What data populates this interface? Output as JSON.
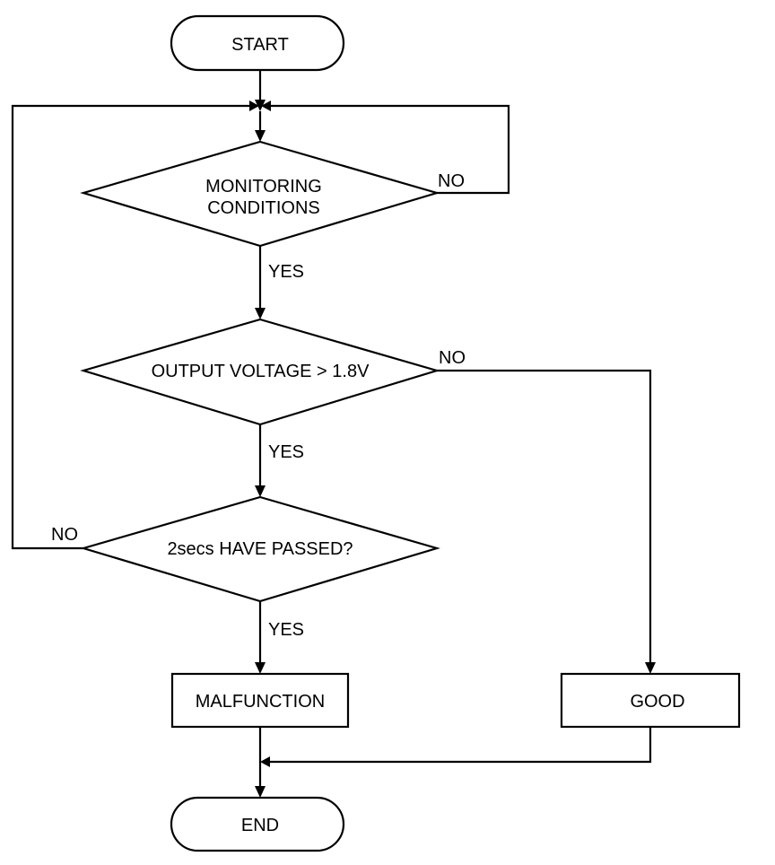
{
  "nodes": {
    "start": "START",
    "monitoring_line1": "MONITORING",
    "monitoring_line2": "CONDITIONS",
    "voltage": "OUTPUT VOLTAGE > 1.8V",
    "passed": "2secs HAVE PASSED?",
    "malfunction": "MALFUNCTION",
    "good": "GOOD",
    "end": "END"
  },
  "edge_labels": {
    "monitoring_yes": "YES",
    "monitoring_no": "NO",
    "voltage_yes": "YES",
    "voltage_no": "NO",
    "passed_yes": "YES",
    "passed_no": "NO"
  }
}
